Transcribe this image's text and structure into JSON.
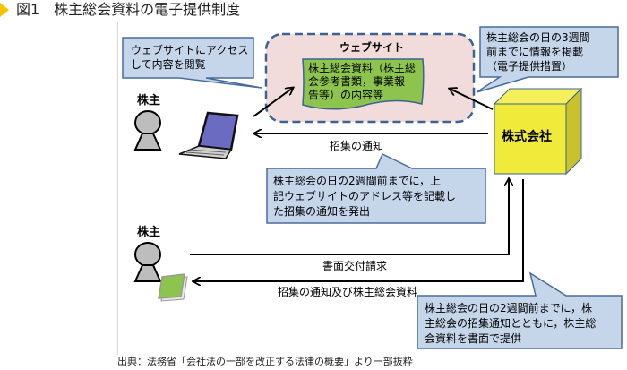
{
  "figure": {
    "title": "図1　株主総会資料の電子提供制度",
    "source": "出典：法務省「会社法の一部を改正する法律の概要」より一部抜粋"
  },
  "nodes": {
    "shareholder_top": "株主",
    "shareholder_bottom": "株主",
    "company": "株式会社",
    "website_title": "ウェブサイト",
    "website_content": [
      "株主総会資料（株主総",
      "会参考書類，事業報",
      "告等）の内容等"
    ]
  },
  "callouts": {
    "access": [
      "ウェブサイトにアクセス",
      "して内容を閲覧"
    ],
    "post": [
      "株主総会の日の3週間",
      "前までに情報を掲載",
      "（電子提供措置）"
    ],
    "notice": [
      "株主総会の日の2週間前までに，上",
      "記ウェブサイトのアドレス等を記載し",
      "た招集の通知を発出"
    ],
    "paper": [
      "株主総会の日の2週間前までに，株",
      "主総会の招集通知とともに，株主総",
      "会資料を書面で提供"
    ]
  },
  "arrows": {
    "convocation": "招集の通知",
    "paper_request": "書面交付請求",
    "convocation_with_materials": "招集の通知及び株主総会資料"
  },
  "icons": {
    "person": "person-icon",
    "laptop": "laptop-icon",
    "document": "document-stack-icon",
    "cube": "company-cube-icon"
  },
  "colors": {
    "callout_fill": "#c5d5ea",
    "callout_stroke": "#4a6c9b",
    "website_fill": "#f2dcdb",
    "website_stroke": "#3d6394",
    "doc_fill": "#8cc44e",
    "company_fill": "#f0ea3a",
    "person_fill": "#bdbdbd",
    "title_marker": "#f5c400"
  }
}
